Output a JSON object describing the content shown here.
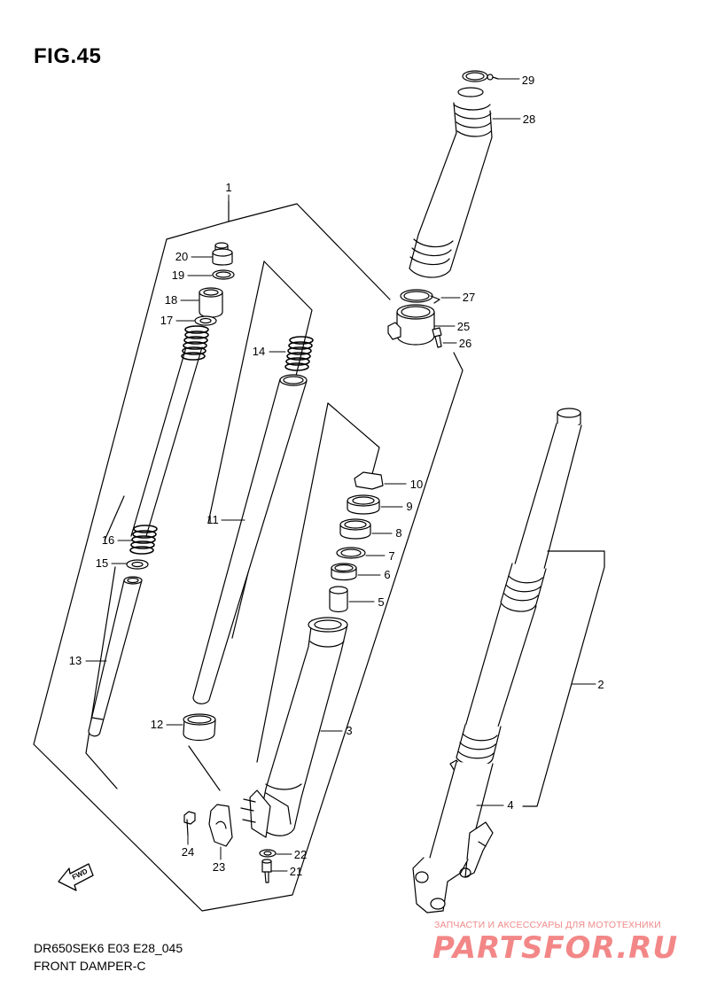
{
  "figure": {
    "title": "FIG.45",
    "model_code": "DR650SEK6 E03 E28_045",
    "name": "FRONT DAMPER-C"
  },
  "watermark": {
    "tagline": "ЗАПЧАСТИ И АКСЕССУАРЫ ДЛЯ МОТОТЕХНИКИ",
    "logo": "PARTSFOR.RU",
    "color": "#f27b7b"
  },
  "fwd_arrow": {
    "label": "FWD"
  },
  "callouts": [
    {
      "id": "1",
      "label": "1"
    },
    {
      "id": "2",
      "label": "2"
    },
    {
      "id": "3",
      "label": "3"
    },
    {
      "id": "4",
      "label": "4"
    },
    {
      "id": "5",
      "label": "5"
    },
    {
      "id": "6",
      "label": "6"
    },
    {
      "id": "7",
      "label": "7"
    },
    {
      "id": "8",
      "label": "8"
    },
    {
      "id": "9",
      "label": "9"
    },
    {
      "id": "10",
      "label": "10"
    },
    {
      "id": "11",
      "label": "11"
    },
    {
      "id": "12",
      "label": "12"
    },
    {
      "id": "13",
      "label": "13"
    },
    {
      "id": "14",
      "label": "14"
    },
    {
      "id": "15",
      "label": "15"
    },
    {
      "id": "16",
      "label": "16"
    },
    {
      "id": "17",
      "label": "17"
    },
    {
      "id": "18",
      "label": "18"
    },
    {
      "id": "19",
      "label": "19"
    },
    {
      "id": "20",
      "label": "20"
    },
    {
      "id": "21",
      "label": "21"
    },
    {
      "id": "22",
      "label": "22"
    },
    {
      "id": "23",
      "label": "23"
    },
    {
      "id": "24",
      "label": "24"
    },
    {
      "id": "25",
      "label": "25"
    },
    {
      "id": "26",
      "label": "26"
    },
    {
      "id": "27",
      "label": "27"
    },
    {
      "id": "28",
      "label": "28"
    },
    {
      "id": "29",
      "label": "29"
    }
  ]
}
